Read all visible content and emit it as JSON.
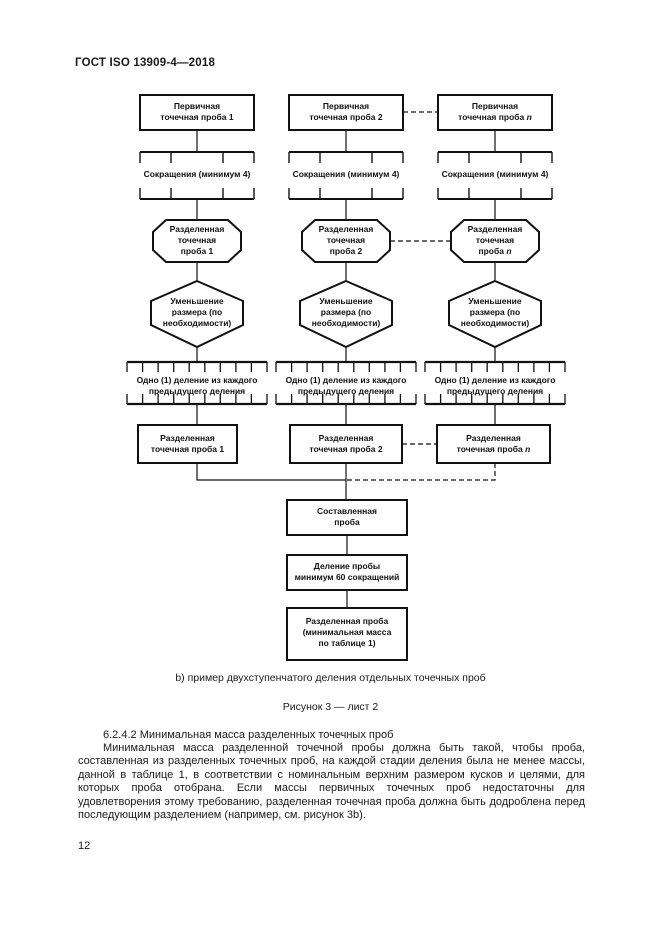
{
  "header": {
    "title": "ГОСТ ISO 13909-4—2018"
  },
  "diagram": {
    "n_symbol": "n",
    "columns": [
      {
        "primary": "Первичная\nточечная проба 1",
        "reduction": "Сокращения (минимум 4)",
        "divided": "Разделенная\nточечная\nпроба 1",
        "size_reduction": "Уменьшение\nразмера (по\nнеобходимости)",
        "one_division": "Одно (1) деление из каждого\nпредыдущего деления",
        "divided_increment": "Разделенная\nточечная проба 1"
      },
      {
        "primary": "Первичная\nточечная проба 2",
        "reduction": "Сокращения (минимум 4)",
        "divided": "Разделенная\nточечная\nпроба 2",
        "size_reduction": "Уменьшение\nразмера (по\nнеобходимости)",
        "one_division": "Одно (1) деление из каждого\nпредыдущего деления",
        "divided_increment": "Разделенная\nточечная проба 2"
      },
      {
        "primary": "Первичная\nточечная проба ",
        "reduction": "Сокращения (минимум 4)",
        "divided": "Разделенная\nточечная\nпроба ",
        "size_reduction": "Уменьшение\nразмера (по\nнеобходимости)",
        "one_division": "Одно (1) деление из каждого\nпредыдущего деления",
        "divided_increment": "Разделенная\nточечная проба "
      }
    ],
    "composite": "Составленная\nпроба",
    "division": "Деление пробы\nминимум 60 сокращений",
    "final_divided": "Разделенная проба\n(минимальная масса\nпо таблице 1)",
    "caption": "b)  пример двухступенчатого деления отдельных точечных проб",
    "figure_label": "Рисунок 3 — лист 2"
  },
  "section": {
    "heading": "6.2.4.2  Минимальная масса разделенных точечных проб",
    "body": "Минимальная масса разделенной точечной пробы должна быть такой, чтобы проба, составленная из разделенных точечных проб, на каждой стадии деления была не менее массы, данной в таблице 1, в соответствии с номинальным верхним размером кусков и целями, для которых проба отобрана. Если массы первичных точечных проб недостаточны для удовлетворения этому требованию, разделенная точечная проба должна быть додроблена перед последующим разделением (например, см. рисунок 3b)."
  },
  "footer": {
    "page_number": "12"
  }
}
